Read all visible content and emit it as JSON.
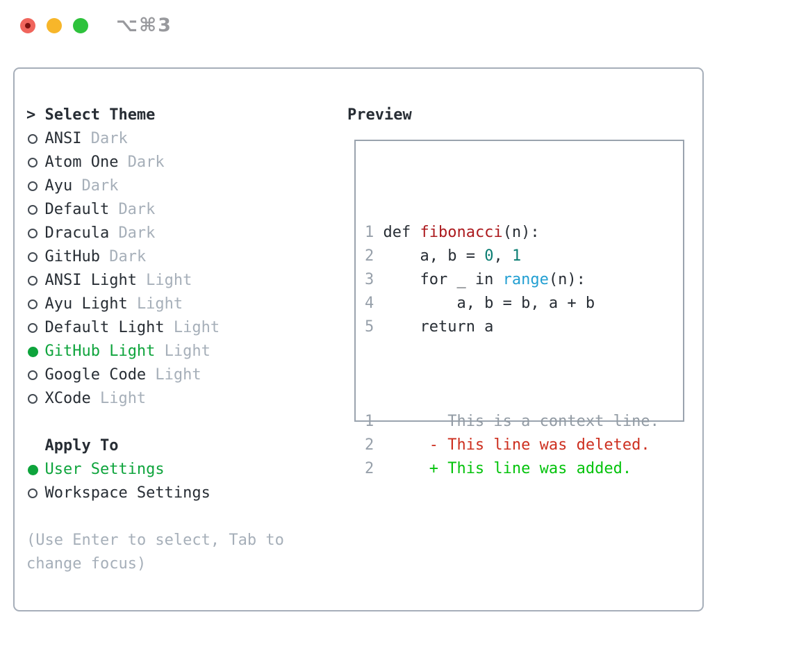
{
  "titlebar": {
    "shortcut": "⌥⌘3"
  },
  "theme_list": {
    "marker": ">",
    "title": "Select Theme",
    "items": [
      {
        "name": "ANSI",
        "variant": "Dark",
        "selected": false
      },
      {
        "name": "Atom One",
        "variant": "Dark",
        "selected": false
      },
      {
        "name": "Ayu",
        "variant": "Dark",
        "selected": false
      },
      {
        "name": "Default",
        "variant": "Dark",
        "selected": false
      },
      {
        "name": "Dracula",
        "variant": "Dark",
        "selected": false
      },
      {
        "name": "GitHub",
        "variant": "Dark",
        "selected": false
      },
      {
        "name": "ANSI Light",
        "variant": "Light",
        "selected": false
      },
      {
        "name": "Ayu Light",
        "variant": "Light",
        "selected": false
      },
      {
        "name": "Default Light",
        "variant": "Light",
        "selected": false
      },
      {
        "name": "GitHub Light",
        "variant": "Light",
        "selected": true
      },
      {
        "name": "Google Code",
        "variant": "Light",
        "selected": false
      },
      {
        "name": "XCode",
        "variant": "Light",
        "selected": false
      }
    ]
  },
  "apply_to": {
    "title": "Apply To",
    "options": [
      {
        "label": "User Settings",
        "selected": true
      },
      {
        "label": "Workspace Settings",
        "selected": false
      }
    ]
  },
  "hint": {
    "line1": "(Use Enter to select, Tab to",
    "line2": "change focus)"
  },
  "preview": {
    "title": "Preview",
    "code_lines": [
      {
        "num": "1",
        "tokens": [
          [
            "plain",
            "def "
          ],
          [
            "func",
            "fibonacci"
          ],
          [
            "plain",
            "(n):"
          ]
        ]
      },
      {
        "num": "2",
        "tokens": [
          [
            "plain",
            "    a, b = "
          ],
          [
            "num",
            "0"
          ],
          [
            "plain",
            ", "
          ],
          [
            "num",
            "1"
          ]
        ]
      },
      {
        "num": "3",
        "tokens": [
          [
            "plain",
            "    for _ in "
          ],
          [
            "builtin",
            "range"
          ],
          [
            "plain",
            "(n):"
          ]
        ]
      },
      {
        "num": "4",
        "tokens": [
          [
            "plain",
            "        a, b = b, a + b"
          ]
        ]
      },
      {
        "num": "5",
        "tokens": [
          [
            "plain",
            "    return a"
          ]
        ]
      }
    ],
    "diff_lines": [
      {
        "num": "1",
        "tokens": [
          [
            "context",
            "       This is a context line."
          ]
        ]
      },
      {
        "num": "2",
        "tokens": [
          [
            "deleted",
            "     - This line was deleted."
          ]
        ]
      },
      {
        "num": "2",
        "tokens": [
          [
            "added",
            "     + This line was added."
          ]
        ]
      }
    ]
  },
  "colors": {
    "text_dark": "#272d34",
    "text_gray": "#a6afb9",
    "line_number": "#97a0aa",
    "context_gray": "#929ba4",
    "accent_green": "#0ea43c",
    "added_green": "#04c30c",
    "deleted_red": "#cd2f1f",
    "function_red": "#ac1a1e",
    "number_teal": "#0a7d72",
    "builtin_blue": "#229fd2",
    "panel_border": "#a6aeb9",
    "box_border": "#9aa3ae",
    "traffic_red": "#f0655c",
    "traffic_red_dot": "#7d120f",
    "traffic_yellow": "#f7b62a",
    "traffic_green": "#2ec23c",
    "shortcut_gray": "#98999d"
  }
}
